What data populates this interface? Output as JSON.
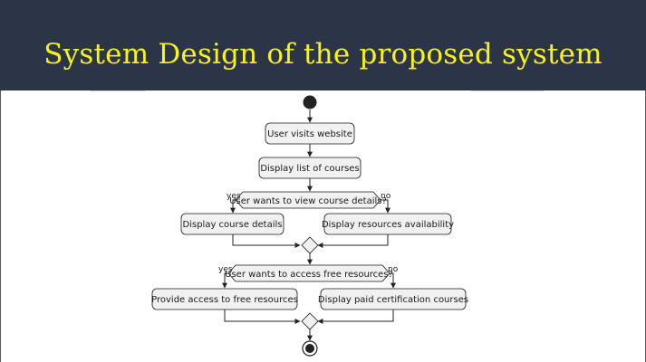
{
  "slide": {
    "title": "System Design of the proposed system"
  },
  "diagram": {
    "actions": {
      "visit": "User visits website",
      "list": "Display list of courses",
      "course_details": "Display course details",
      "resources": "Display resources availability",
      "free_access": "Provide access to free resources",
      "paid_courses": "Display paid certification courses"
    },
    "decisions": {
      "view_details": "User wants to view course details?",
      "free_resources": "User wants to access free resources?"
    },
    "branches": {
      "yes_1": "yes",
      "no_1": "no",
      "yes_2": "yes",
      "no_2": "no"
    }
  }
}
